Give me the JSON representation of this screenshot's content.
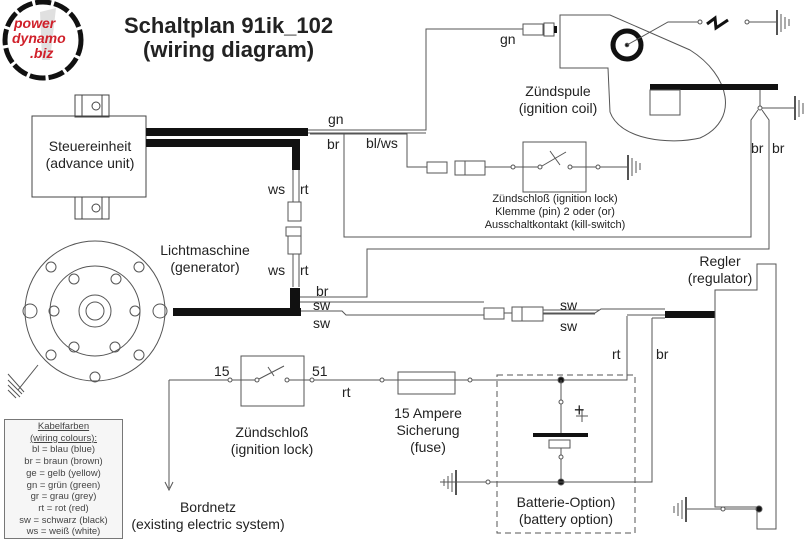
{
  "logo": {
    "line1": "power",
    "line2": "dynamo",
    "line3": ".biz",
    "color": "#d0202a"
  },
  "title": {
    "line1": "Schaltplan 91ik_102",
    "line2": "(wiring diagram)"
  },
  "components": {
    "advance_unit": {
      "de": "Steuereinheit",
      "en": "(advance unit)"
    },
    "ignition_coil": {
      "de": "Zündspule",
      "en": "(ignition coil)"
    },
    "generator": {
      "de": "Lichtmaschine",
      "en": "(generator)"
    },
    "regulator": {
      "de": "Regler",
      "en": "(regulator)"
    },
    "kill_switch": {
      "line1": "Zündschloß (ignition lock)",
      "line2": "Klemme (pin) 2 oder (or)",
      "line3": "Ausschaltkontakt (kill-switch)"
    },
    "ignition_lock": {
      "de": "Zündschloß",
      "en": "(ignition lock)",
      "pin_in": "15",
      "pin_out": "51"
    },
    "fuse": {
      "line1": "15 Ampere",
      "line2": "Sicherung",
      "line3": "(fuse)"
    },
    "battery": {
      "line1": "Batterie-Option)",
      "line2": "(battery option)",
      "plus": "+"
    },
    "bordnetz": {
      "de": "Bordnetz",
      "en": "(existing electric system)"
    }
  },
  "wire_labels": {
    "gn_top": "gn",
    "gn_mid": "gn",
    "br_mid": "br",
    "blws": "bl/ws",
    "ws1": "ws",
    "rt1": "rt",
    "ws2": "ws",
    "rt2": "rt",
    "br_gen": "br",
    "sw_gen1": "sw",
    "sw_gen2": "sw",
    "sw_right1": "sw",
    "sw_right2": "sw",
    "rt_reg": "rt",
    "br_reg": "br",
    "rt_lock": "rt",
    "br_left": "br",
    "br_right": "br"
  },
  "legend": {
    "title1": "Kabelfarben",
    "title2": "(wiring colours):",
    "items": [
      "bl = blau (blue)",
      "br = braun (brown)",
      "ge = gelb (yellow)",
      "gn = grün (green)",
      "gr = grau (grey)",
      "rt = rot (red)",
      "sw = schwarz (black)",
      "ws = weiß (white)"
    ]
  }
}
